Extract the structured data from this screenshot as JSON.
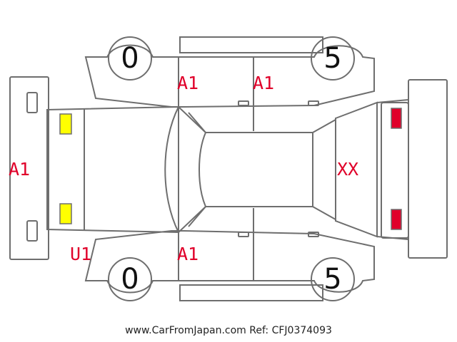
{
  "colors": {
    "line": "#6e6e6e",
    "annotation_red": "#e0002a",
    "marker_yellow": "#ffff00",
    "marker_red": "#e0002a"
  },
  "wheels": {
    "front_top": "0",
    "rear_top": "5",
    "front_bottom": "0",
    "rear_bottom": "5"
  },
  "annotations": {
    "front_bumper": "A1",
    "top_front_door": "A1",
    "top_rear_door": "A1",
    "rear_bumper": "XX",
    "bottom_front_fender": "U1",
    "bottom_front_door": "A1"
  },
  "footer": "www.CarFromJapan.com Ref: CFJ0374093"
}
